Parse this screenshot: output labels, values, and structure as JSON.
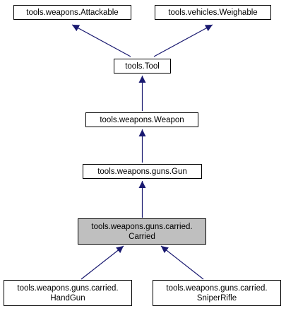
{
  "diagram": {
    "nodes": {
      "attackable": {
        "lines": [
          "tools.weapons.Attackable"
        ]
      },
      "weighable": {
        "lines": [
          "tools.vehicles.Weighable"
        ]
      },
      "tool": {
        "lines": [
          "tools.Tool"
        ]
      },
      "weapon": {
        "lines": [
          "tools.weapons.Weapon"
        ]
      },
      "gun": {
        "lines": [
          "tools.weapons.guns.Gun"
        ]
      },
      "carried": {
        "lines": [
          "tools.weapons.guns.carried.",
          "Carried"
        ],
        "highlighted": true
      },
      "handgun": {
        "lines": [
          "tools.weapons.guns.carried.",
          "HandGun"
        ]
      },
      "sniperrifle": {
        "lines": [
          "tools.weapons.guns.carried.",
          "SniperRifle"
        ]
      }
    },
    "edges": [
      {
        "from": "tool",
        "to": "attackable"
      },
      {
        "from": "tool",
        "to": "weighable"
      },
      {
        "from": "weapon",
        "to": "tool"
      },
      {
        "from": "gun",
        "to": "weapon"
      },
      {
        "from": "carried",
        "to": "gun"
      },
      {
        "from": "handgun",
        "to": "carried"
      },
      {
        "from": "sniperrifle",
        "to": "carried"
      }
    ],
    "colors": {
      "edge": "#191970",
      "node_border": "#000000",
      "highlight_fill": "#bfbfbf",
      "background": "#ffffff"
    }
  }
}
